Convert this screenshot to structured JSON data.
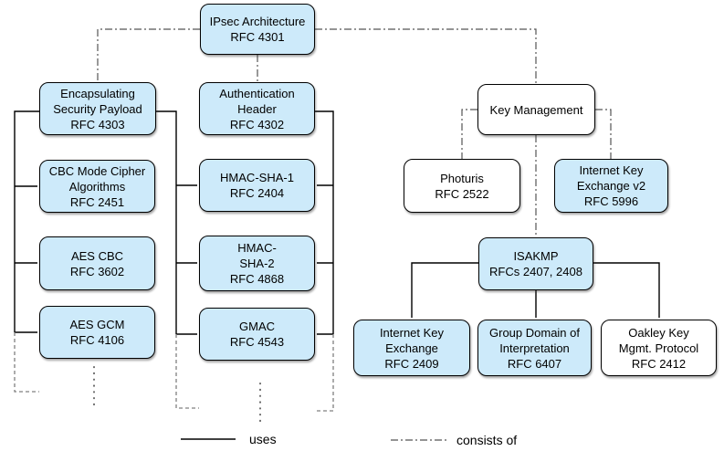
{
  "nodes": {
    "ipsec_architecture": {
      "lines": [
        "IPsec Architecture",
        "RFC 4301"
      ],
      "fill": "blue"
    },
    "esp": {
      "lines": [
        "Encapsulating",
        "Security Payload",
        "RFC 4303"
      ],
      "fill": "blue"
    },
    "ah": {
      "lines": [
        "Authentication",
        "Header",
        "RFC 4302"
      ],
      "fill": "blue"
    },
    "key_management": {
      "lines": [
        "Key Management"
      ],
      "fill": "white"
    },
    "cbc_mode": {
      "lines": [
        "CBC Mode Cipher",
        "Algorithms",
        "RFC 2451"
      ],
      "fill": "blue"
    },
    "hmac_sha1": {
      "lines": [
        "HMAC-SHA-1",
        "RFC 2404"
      ],
      "fill": "blue"
    },
    "aes_cbc": {
      "lines": [
        "AES CBC",
        "RFC 3602"
      ],
      "fill": "blue"
    },
    "hmac_sha2": {
      "lines": [
        "HMAC-",
        "SHA-2",
        "RFC 4868"
      ],
      "fill": "blue"
    },
    "aes_gcm": {
      "lines": [
        "AES GCM",
        "RFC 4106"
      ],
      "fill": "blue"
    },
    "gmac": {
      "lines": [
        "GMAC",
        "RFC 4543"
      ],
      "fill": "blue"
    },
    "photuris": {
      "lines": [
        "Photuris",
        "RFC 2522"
      ],
      "fill": "white"
    },
    "ike_v2": {
      "lines": [
        "Internet Key",
        "Exchange v2",
        "RFC 5996"
      ],
      "fill": "blue"
    },
    "isakmp": {
      "lines": [
        "ISAKMP",
        "RFCs 2407, 2408"
      ],
      "fill": "blue"
    },
    "ike": {
      "lines": [
        "Internet Key",
        "Exchange",
        "RFC 2409"
      ],
      "fill": "blue"
    },
    "gdoi": {
      "lines": [
        "Group Domain of",
        "Interpretation",
        "RFC 6407"
      ],
      "fill": "blue"
    },
    "oakley": {
      "lines": [
        "Oakley Key",
        "Mgmt. Protocol",
        "RFC 2412"
      ],
      "fill": "white"
    }
  },
  "edges": {
    "consists_of": [
      [
        "ipsec_architecture",
        "esp"
      ],
      [
        "ipsec_architecture",
        "ah"
      ],
      [
        "ipsec_architecture",
        "key_management"
      ],
      [
        "key_management",
        "photuris"
      ],
      [
        "key_management",
        "ike_v2"
      ],
      [
        "key_management",
        "isakmp"
      ]
    ],
    "uses": [
      [
        "esp",
        "cbc_mode"
      ],
      [
        "esp",
        "aes_cbc"
      ],
      [
        "esp",
        "aes_gcm"
      ],
      [
        "esp",
        "hmac_sha1"
      ],
      [
        "esp",
        "hmac_sha2"
      ],
      [
        "esp",
        "gmac"
      ],
      [
        "ah",
        "hmac_sha1"
      ],
      [
        "ah",
        "hmac_sha2"
      ],
      [
        "ah",
        "gmac"
      ],
      [
        "isakmp",
        "ike"
      ],
      [
        "isakmp",
        "gdoi"
      ],
      [
        "isakmp",
        "oakley"
      ]
    ]
  },
  "legend": {
    "uses_label": "uses",
    "consists_of_label": "consists of"
  },
  "colors": {
    "node_fill_blue": "#cdeafa",
    "node_fill_white": "#ffffff",
    "node_border": "#000000",
    "uses_line": "#000000",
    "consists_of_line": "#555555",
    "continuation_line": "#808080"
  }
}
